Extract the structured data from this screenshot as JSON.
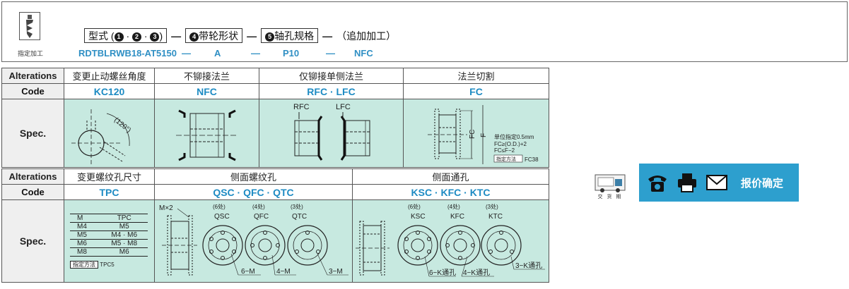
{
  "header": {
    "icon_caption": "指定加工",
    "formula": {
      "part1": "型式",
      "part1_nums": [
        "1",
        "2",
        "3"
      ],
      "sep": "—",
      "part2_num": "4",
      "part2": "带轮形状",
      "part3_num": "5",
      "part3": "轴孔规格",
      "part4": "（追加加工）"
    },
    "code_line": {
      "model": "RDTBLRWB18-AT5150",
      "shape": "A",
      "bore": "P10",
      "extra": "NFC",
      "dash": "—"
    }
  },
  "table1": {
    "row_labels": {
      "alterations": "Alterations",
      "code": "Code",
      "spec": "Spec."
    },
    "columns": [
      {
        "alteration": "变更止动螺丝角度",
        "code": "KC120"
      },
      {
        "alteration": "不铆接法兰",
        "code": "NFC"
      },
      {
        "alteration": "仅铆接单侧法兰",
        "code": "RFC · LFC"
      },
      {
        "alteration": "法兰切割",
        "code": "FC"
      }
    ],
    "spec_labels": {
      "angle": "(120°)",
      "rfc": "RFC",
      "lfc": "LFC",
      "fc": "FC",
      "f": "F",
      "fc_note1": "单位指定0.5mm",
      "fc_note2": "FC≥(O.D.)+2",
      "fc_note3": "FC≤F−2",
      "fc_method": "指定方法",
      "fc_example": "FC38"
    }
  },
  "table2": {
    "row_labels": {
      "alterations": "Alterations",
      "code": "Code",
      "spec": "Spec."
    },
    "columns": [
      {
        "alteration": "变更螺纹孔尺寸",
        "code": "TPC"
      },
      {
        "alteration": "侧面螺纹孔",
        "code": "QSC · QFC · QTC"
      },
      {
        "alteration": "侧面通孔",
        "code": "KSC · KFC · KTC"
      }
    ],
    "tpc_table": {
      "headers": [
        "M",
        "TPC"
      ],
      "rows": [
        [
          "M4",
          "M5"
        ],
        [
          "M5",
          "M4 · M6"
        ],
        [
          "M6",
          "M5 · M8"
        ],
        [
          "M8",
          "M6"
        ]
      ],
      "method": "指定方法",
      "example": "TPC5"
    },
    "q_labels": {
      "mx2": "M×2",
      "counts": [
        "(6处)",
        "(4处)",
        "(3处)"
      ],
      "codes": [
        "QSC",
        "QFC",
        "QTC"
      ],
      "callouts": [
        "6−M",
        "4−M",
        "3−M"
      ]
    },
    "k_labels": {
      "counts": [
        "(6处)",
        "(4处)",
        "(3处)"
      ],
      "codes": [
        "KSC",
        "KFC",
        "KTC"
      ],
      "callouts": [
        "6−K通孔",
        "4−K通孔",
        "3−K通孔"
      ]
    }
  },
  "side": {
    "truck_caption": "交 货 期",
    "quote_label": "报价确定",
    "icons": [
      "phone-icon",
      "printer-icon",
      "mail-icon"
    ]
  },
  "colors": {
    "spec_bg": "#c7e9e0",
    "code_text": "#1e8bc3",
    "quote_bg": "#2d9fce"
  }
}
